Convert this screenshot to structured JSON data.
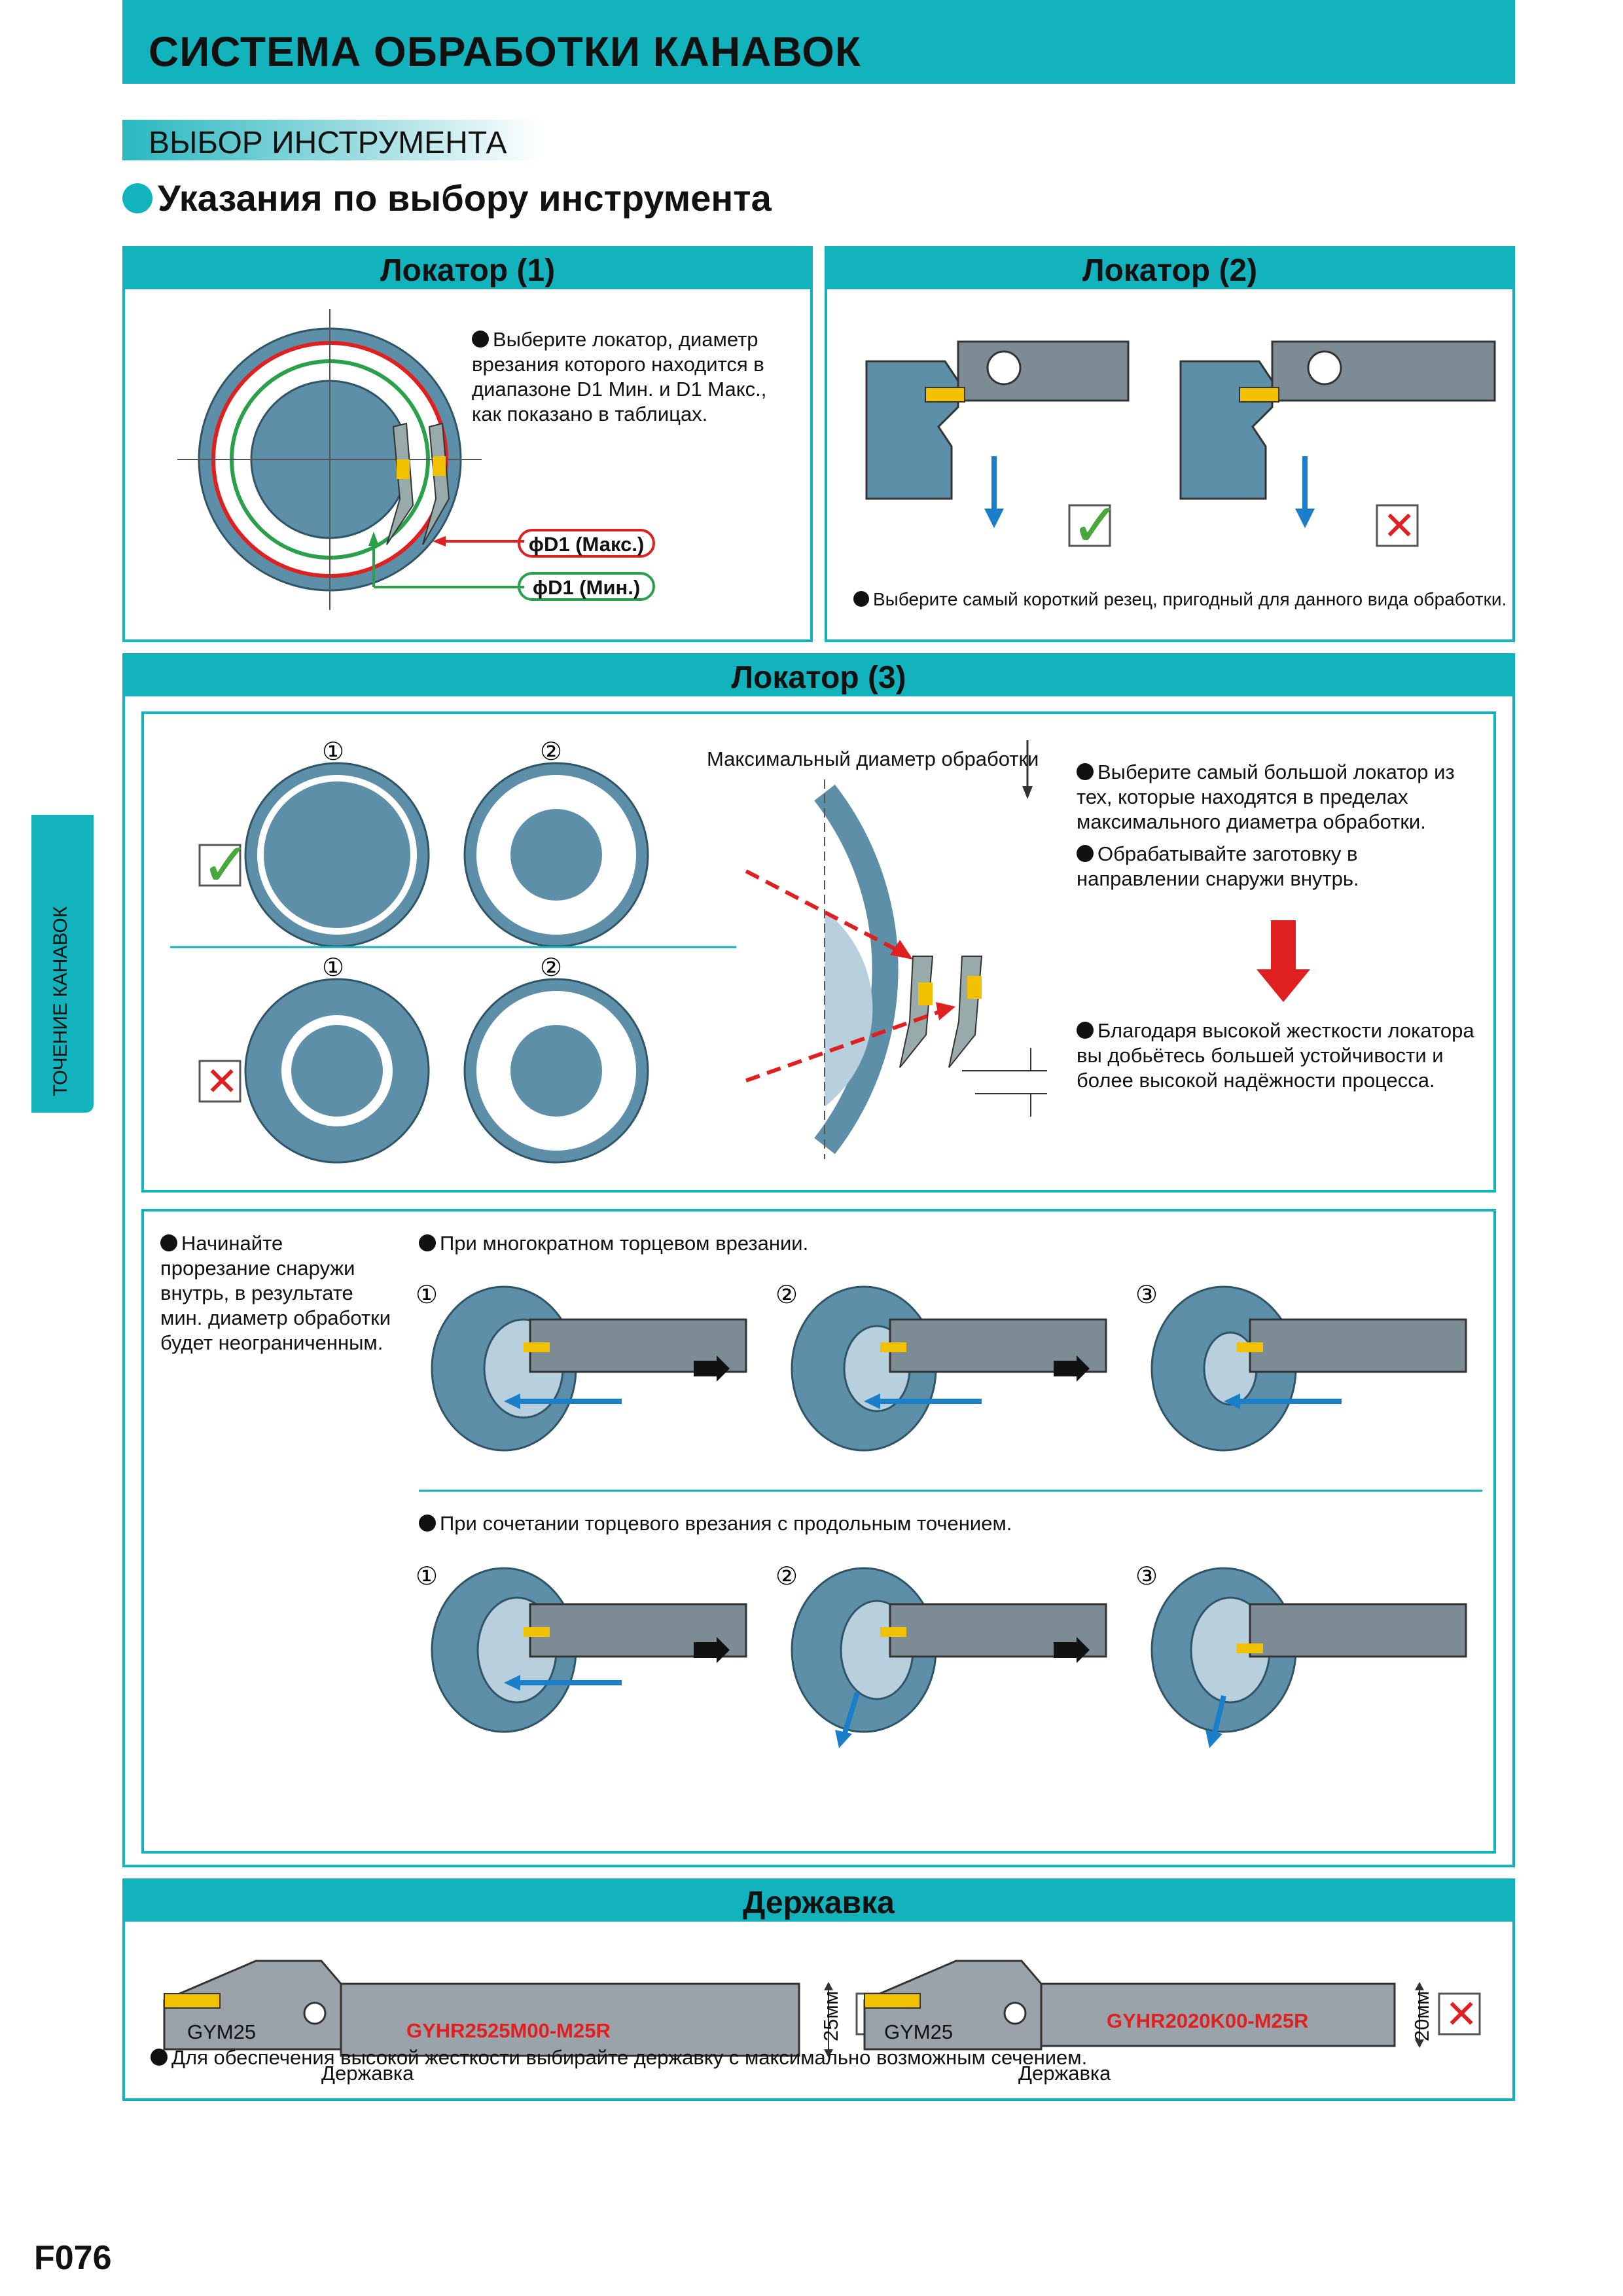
{
  "header": {
    "title": "СИСТЕМА ОБРАБОТКИ КАНАВОК"
  },
  "section": {
    "subtitle": "ВЫБОР ИНСТРУМЕНТА",
    "heading": "Указания по выбору инструмента"
  },
  "side_tab": {
    "label": "ТОЧЕНИЕ КАНАВОК"
  },
  "locator1": {
    "title": "Локатор (1)",
    "note": "Выберите локатор, диаметр врезания которого находится в диапазоне D1 Мин. и D1 Макс., как показано в таблицах.",
    "label_max": "ϕD1 (Макс.)",
    "label_min": "ϕD1 (Мин.)"
  },
  "locator2": {
    "title": "Локатор (2)",
    "note": "Выберите самый короткий резец, пригодный для данного вида обработки."
  },
  "locator3": {
    "title": "Локатор (3)",
    "step1": "①",
    "step2": "②",
    "max_diameter_label": "Максимальный диаметр обработки",
    "note1": "Выберите самый большой локатор из тех, которые находятся в пределах максимального диаметра обработки.",
    "note2": "Обрабатывайте заготовку в направлении снаружи внутрь.",
    "note3": "Благодаря высокой жесткости локатора вы добьётесь большей устойчивости и более высокой надёжности процесса."
  },
  "face": {
    "left_note": "Начинайте прорезание снаружи внутрь, в результате мин. диаметр обработки будет неограниченным.",
    "row1_title": "При многократном торцевом врезании.",
    "row2_title": "При сочетании торцевого врезания с продольным точением.",
    "steps": [
      "①",
      "②",
      "③"
    ]
  },
  "holder": {
    "title": "Державка",
    "left": {
      "insert": "GYM25",
      "code": "GYHR2525M00-M25R",
      "size": "25мм",
      "caption": "Державка"
    },
    "right": {
      "insert": "GYM25",
      "code": "GYHR2020K00-M25R",
      "size": "20мм",
      "caption": "Державка"
    },
    "note": "Для обеспечения высокой жесткости выбирайте державку с максимально возможным сечением."
  },
  "page": {
    "number": "F076"
  },
  "colors": {
    "accent": "#12b3bc",
    "steel": "#5e8fa8",
    "ok": "#48a83c",
    "bad": "#e02020",
    "arrow": "#1a7fc8"
  }
}
